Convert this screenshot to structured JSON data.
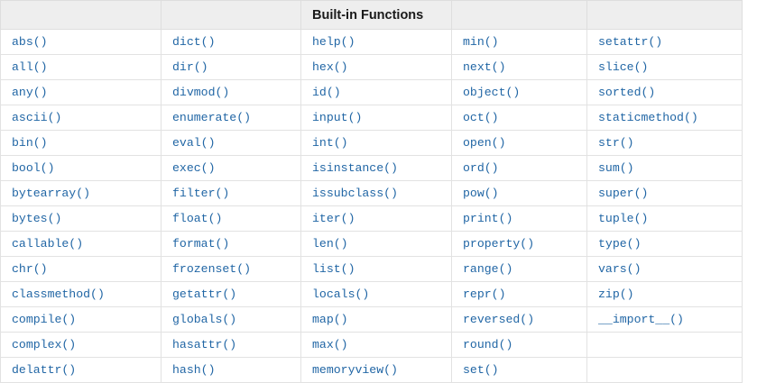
{
  "table": {
    "title": "Built-in Functions",
    "title_column_index": 2,
    "column_count": 5,
    "row_count": 14,
    "header": {
      "cells": [
        "",
        "",
        "Built-in Functions",
        "",
        ""
      ]
    },
    "colors": {
      "header_background": "#eeeeee",
      "header_text": "#1a1a1a",
      "cell_text": "#2166a5",
      "border": "#e2e2e2",
      "page_background": "#ffffff"
    },
    "columns": [
      {
        "index": 0,
        "items": [
          "abs()",
          "all()",
          "any()",
          "ascii()",
          "bin()",
          "bool()",
          "bytearray()",
          "bytes()",
          "callable()",
          "chr()",
          "classmethod()",
          "compile()",
          "complex()",
          "delattr()"
        ]
      },
      {
        "index": 1,
        "items": [
          "dict()",
          "dir()",
          "divmod()",
          "enumerate()",
          "eval()",
          "exec()",
          "filter()",
          "float()",
          "format()",
          "frozenset()",
          "getattr()",
          "globals()",
          "hasattr()",
          "hash()"
        ]
      },
      {
        "index": 2,
        "items": [
          "help()",
          "hex()",
          "id()",
          "input()",
          "int()",
          "isinstance()",
          "issubclass()",
          "iter()",
          "len()",
          "list()",
          "locals()",
          "map()",
          "max()",
          "memoryview()"
        ]
      },
      {
        "index": 3,
        "items": [
          "min()",
          "next()",
          "object()",
          "oct()",
          "open()",
          "ord()",
          "pow()",
          "print()",
          "property()",
          "range()",
          "repr()",
          "reversed()",
          "round()",
          "set()"
        ]
      },
      {
        "index": 4,
        "items": [
          "setattr()",
          "slice()",
          "sorted()",
          "staticmethod()",
          "str()",
          "sum()",
          "super()",
          "tuple()",
          "type()",
          "vars()",
          "zip()",
          "__import__()",
          "",
          ""
        ]
      }
    ],
    "rows": [
      [
        "abs()",
        "dict()",
        "help()",
        "min()",
        "setattr()"
      ],
      [
        "all()",
        "dir()",
        "hex()",
        "next()",
        "slice()"
      ],
      [
        "any()",
        "divmod()",
        "id()",
        "object()",
        "sorted()"
      ],
      [
        "ascii()",
        "enumerate()",
        "input()",
        "oct()",
        "staticmethod()"
      ],
      [
        "bin()",
        "eval()",
        "int()",
        "open()",
        "str()"
      ],
      [
        "bool()",
        "exec()",
        "isinstance()",
        "ord()",
        "sum()"
      ],
      [
        "bytearray()",
        "filter()",
        "issubclass()",
        "pow()",
        "super()"
      ],
      [
        "bytes()",
        "float()",
        "iter()",
        "print()",
        "tuple()"
      ],
      [
        "callable()",
        "format()",
        "len()",
        "property()",
        "type()"
      ],
      [
        "chr()",
        "frozenset()",
        "list()",
        "range()",
        "vars()"
      ],
      [
        "classmethod()",
        "getattr()",
        "locals()",
        "repr()",
        "zip()"
      ],
      [
        "compile()",
        "globals()",
        "map()",
        "reversed()",
        "__import__()"
      ],
      [
        "complex()",
        "hasattr()",
        "max()",
        "round()",
        ""
      ],
      [
        "delattr()",
        "hash()",
        "memoryview()",
        "set()",
        ""
      ]
    ]
  }
}
